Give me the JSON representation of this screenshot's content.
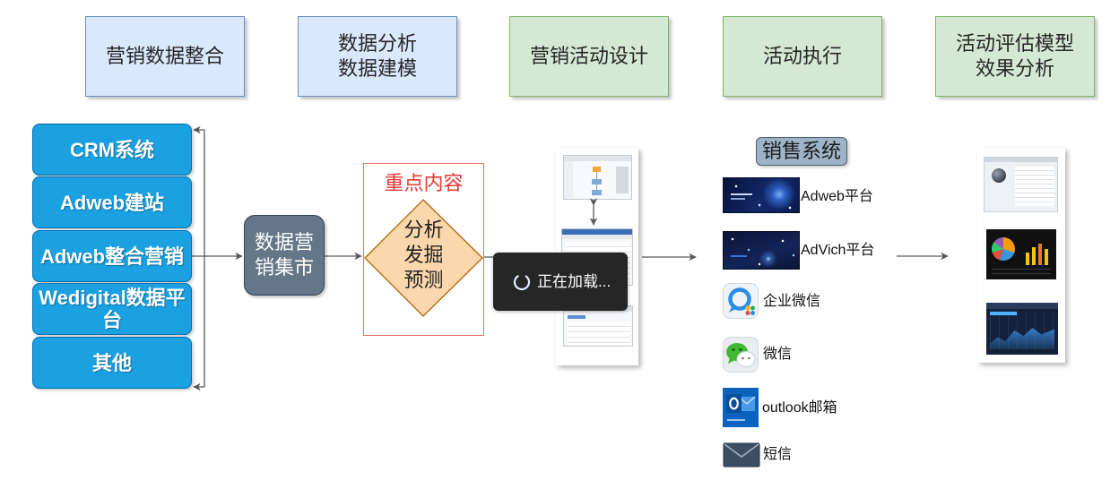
{
  "stages": [
    {
      "lines": [
        "营销数据整合"
      ]
    },
    {
      "lines": [
        "数据分析",
        "数据建模"
      ]
    },
    {
      "lines": [
        "营销活动设计"
      ]
    },
    {
      "lines": [
        "活动执行"
      ]
    },
    {
      "lines": [
        "活动评估模型",
        "效果分析"
      ]
    }
  ],
  "sources": [
    {
      "lines": [
        "CRM系统"
      ]
    },
    {
      "lines": [
        "Adweb建站"
      ]
    },
    {
      "lines": [
        "Adweb整合营销"
      ]
    },
    {
      "lines": [
        "Wedigital数据平",
        "台"
      ]
    },
    {
      "lines": [
        "其他"
      ]
    }
  ],
  "data_mart": {
    "lines": [
      "数据营",
      "销集市"
    ]
  },
  "key_content": {
    "label": "重点内容",
    "decision_lines": [
      "分析",
      "发掘",
      "预测"
    ]
  },
  "sales_system": {
    "label": "销售系统",
    "channels": [
      {
        "label": "Adweb平台",
        "icon": "adweb-platform-thumbnail"
      },
      {
        "label": "AdVich平台",
        "icon": "advich-platform-thumbnail"
      },
      {
        "label": "企业微信",
        "icon": "wecom-icon"
      },
      {
        "label": "微信",
        "icon": "wechat-icon"
      },
      {
        "label": "outlook邮箱",
        "icon": "outlook-mail-icon"
      },
      {
        "label": "短信",
        "icon": "sms-envelope-icon"
      }
    ]
  },
  "loading_toast": {
    "text": "正在加载...",
    "icon": "spinner-icon"
  },
  "colors": {
    "stage_blue_fill": "#dae8fc",
    "stage_blue_stroke": "#6c8ebf",
    "stage_green_fill": "#d5e8d4",
    "stage_green_stroke": "#82b366",
    "source_fill": "#1ba1e2",
    "source_stroke": "#006eaf",
    "hub_fill": "#647687",
    "hub_stroke": "#314354",
    "focus_border": "#ea6b66",
    "focus_text": "#e53935",
    "diamond_fill": "#fad7ac",
    "diamond_stroke": "#b46504",
    "sales_label_fill": "#9fb3c8",
    "sales_label_stroke": "#4d6073",
    "connector": "#595959",
    "loading_bg": "#262626"
  }
}
